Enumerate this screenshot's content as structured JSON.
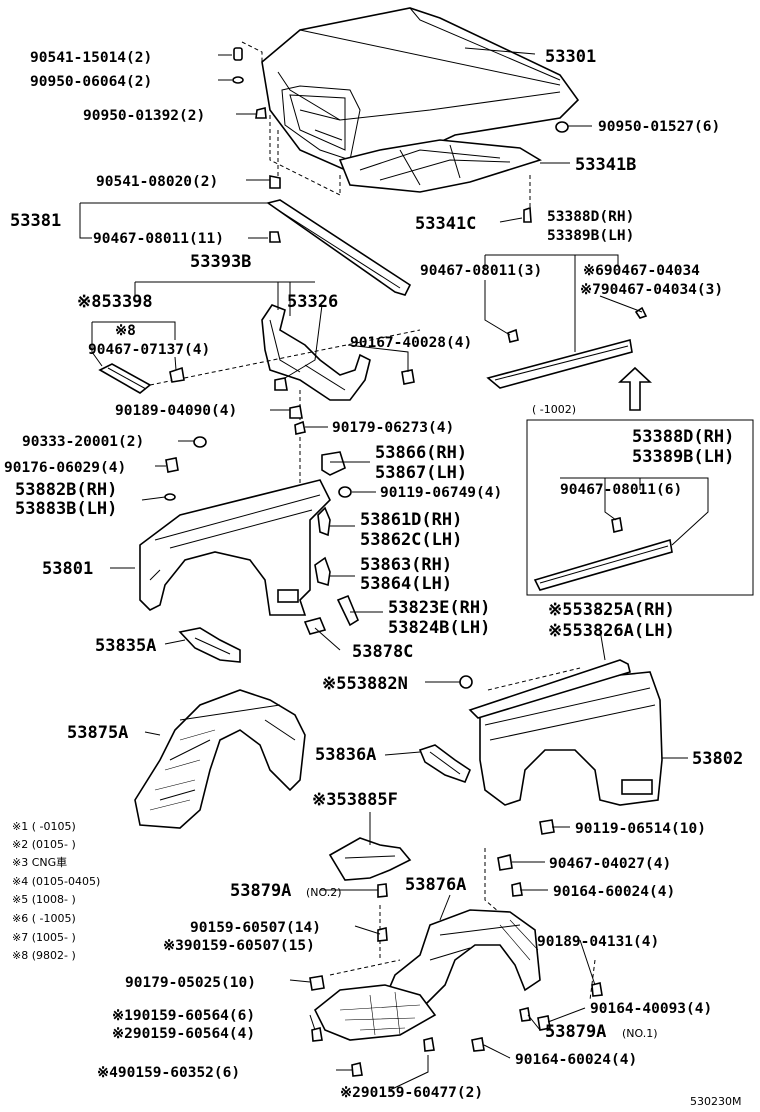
{
  "labels": {
    "l1": "90541-15014(2)",
    "l2": "90950-06064(2)",
    "l3": "90950-01392(2)",
    "l4": "53301",
    "l5": "90950-01527(6)",
    "l6": "90541-08020(2)",
    "l7": "53341B",
    "l8": "53381",
    "l9": "90467-08011(11)",
    "l10": "53341C",
    "l11": "53388D(RH)",
    "l12": "53389B(LH)",
    "l13": "53393B",
    "l14": "90467-08011(3)",
    "l15": "※690467-04034",
    "l16": "※790467-04034(3)",
    "l17": "※853398",
    "l18": "53326",
    "l19": "※8",
    "l20": "90467-07137(4)",
    "l21": "90167-40028(4)",
    "l22": "90189-04090(4)",
    "l23": "90179-06273(4)",
    "l24": "(   -1002)",
    "l25": "90333-20001(2)",
    "l26": "53866(RH)",
    "l27": "53867(LH)",
    "l28": "53388D(RH)",
    "l29": "53389B(LH)",
    "l30": "90176-06029(4)",
    "l31": "53882B(RH)",
    "l32": "90119-06749(4)",
    "l33": "53883B(LH)",
    "l34": "90467-08011(6)",
    "l35": "53861D(RH)",
    "l36": "53862C(LH)",
    "l37": "53801",
    "l38": "53863(RH)",
    "l39": "53864(LH)",
    "l40": "53823E(RH)",
    "l41": "53824B(LH)",
    "l42": "※553825A(RH)",
    "l43": "※553826A(LH)",
    "l44": "53835A",
    "l45": "53878C",
    "l46": "※553882N",
    "l47": "53875A",
    "l48": "53836A",
    "l49": "53802",
    "l50": "※353885F",
    "l51": "90119-06514(10)",
    "l52": "90467-04027(4)",
    "l53": "53879A",
    "l54": "(NO.2)",
    "l55": "53876A",
    "l56": "90164-60024(4)",
    "l57": "90159-60507(14)",
    "l58": "※390159-60507(15)",
    "l59": "90189-04131(4)",
    "l60": "90179-05025(10)",
    "l61": "90164-40093(4)",
    "l62": "※190159-60564(6)",
    "l63": "53879A",
    "l64": "(NO.1)",
    "l65": "※290159-60564(4)",
    "l66": "90164-60024(4)",
    "l67": "※490159-60352(6)",
    "l68": "※290159-60477(2)",
    "l69": "530230M"
  },
  "notes": [
    "※1 (      -0105)",
    "※2 (0105-      )",
    "※3 CNG車",
    "※4 (0105-0405)",
    "※5 (1008-      )",
    "※6 (      -1005)",
    "※7 (1005-      )",
    "※8 (9802-      )"
  ]
}
